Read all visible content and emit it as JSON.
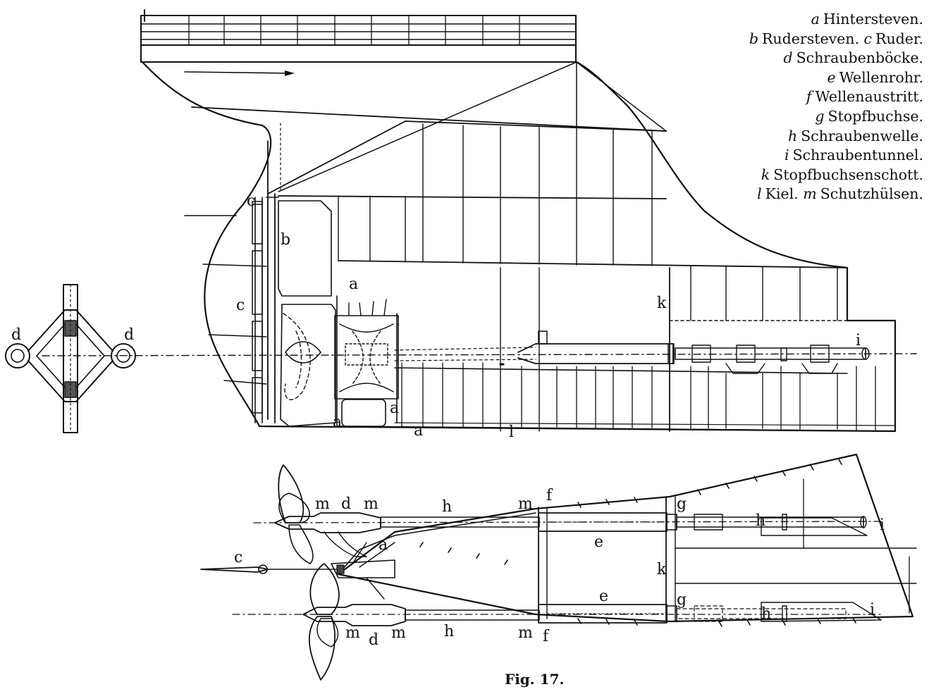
{
  "legend": [
    {
      "key": "a",
      "text": "Hintersteven."
    },
    {
      "key": "b",
      "text": "Rudersteven."
    },
    {
      "key": "c",
      "text": "Ruder."
    },
    {
      "key": "d",
      "text": "Schraubenböcke."
    },
    {
      "key": "e",
      "text": "Wellenrohr."
    },
    {
      "key": "f",
      "text": "Wellenaustritt."
    },
    {
      "key": "g",
      "text": "Stopfbuchse."
    },
    {
      "key": "h",
      "text": "Schraubenwelle."
    },
    {
      "key": "i",
      "text": "Schraubentunnel."
    },
    {
      "key": "k",
      "text": "Stopfbuchsenschott."
    },
    {
      "key": "l",
      "text": "Kiel."
    },
    {
      "key": "m",
      "text": "Schutzhülsen."
    }
  ],
  "caption": "Fig. 17.",
  "labels": {
    "a": "a",
    "b": "b",
    "c": "c",
    "d": "d",
    "e": "e",
    "f": "f",
    "g": "g",
    "h": "h",
    "i": "i",
    "k": "k",
    "l": "l",
    "m": "m"
  }
}
